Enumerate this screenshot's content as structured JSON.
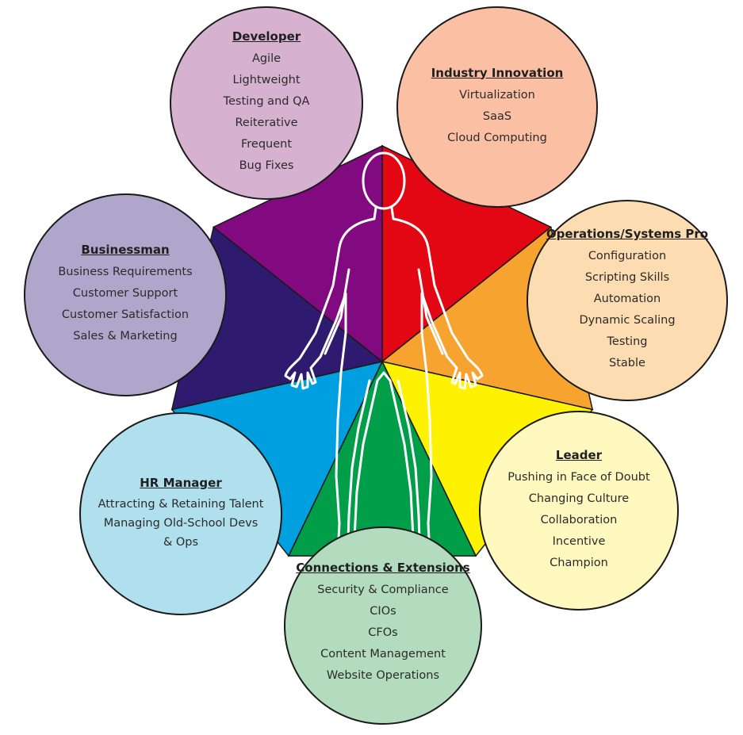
{
  "colors": {
    "wheel": [
      "#e30613",
      "#f7a330",
      "#fff200",
      "#009e49",
      "#009fdf",
      "#2e1a6e",
      "#820a81"
    ],
    "bubbles": {
      "developer": "#d6b2d0",
      "industry": "#fbc0a4",
      "ops": "#fcdcb0",
      "leader": "#fff8bf",
      "connections": "#b3dcbe",
      "hr": "#b0e0ee",
      "business": "#b0a6cb"
    }
  },
  "bubbles": {
    "developer": {
      "title": "Developer",
      "items": [
        "Agile",
        "Lightweight",
        "Testing and QA",
        "Reiterative",
        "Frequent",
        "Bug Fixes"
      ]
    },
    "industry": {
      "title": "Industry Innovation",
      "items": [
        "Virtualization",
        "SaaS",
        "Cloud Computing"
      ]
    },
    "ops": {
      "title": "Operations/Systems Pro",
      "items": [
        "Configuration",
        "Scripting Skills",
        "Automation",
        "Dynamic Scaling",
        "Testing",
        "Stable"
      ]
    },
    "leader": {
      "title": "Leader",
      "items": [
        "Pushing in Face of Doubt",
        "Changing Culture",
        "Collaboration",
        "Incentive",
        "Champion"
      ]
    },
    "connections": {
      "title": "Connections & Extensions",
      "items": [
        "Security & Compliance",
        "CIOs",
        "CFOs",
        "Content Management",
        "Website Operations"
      ]
    },
    "hr": {
      "title": "HR Manager",
      "items": [
        "Attracting & Retaining Talent",
        "Managing Old-School Devs",
        "& Ops"
      ]
    },
    "business": {
      "title": "Businessman",
      "items": [
        "Business Requirements",
        "Customer Support",
        "Customer Satisfaction",
        "Sales & Marketing"
      ]
    }
  }
}
